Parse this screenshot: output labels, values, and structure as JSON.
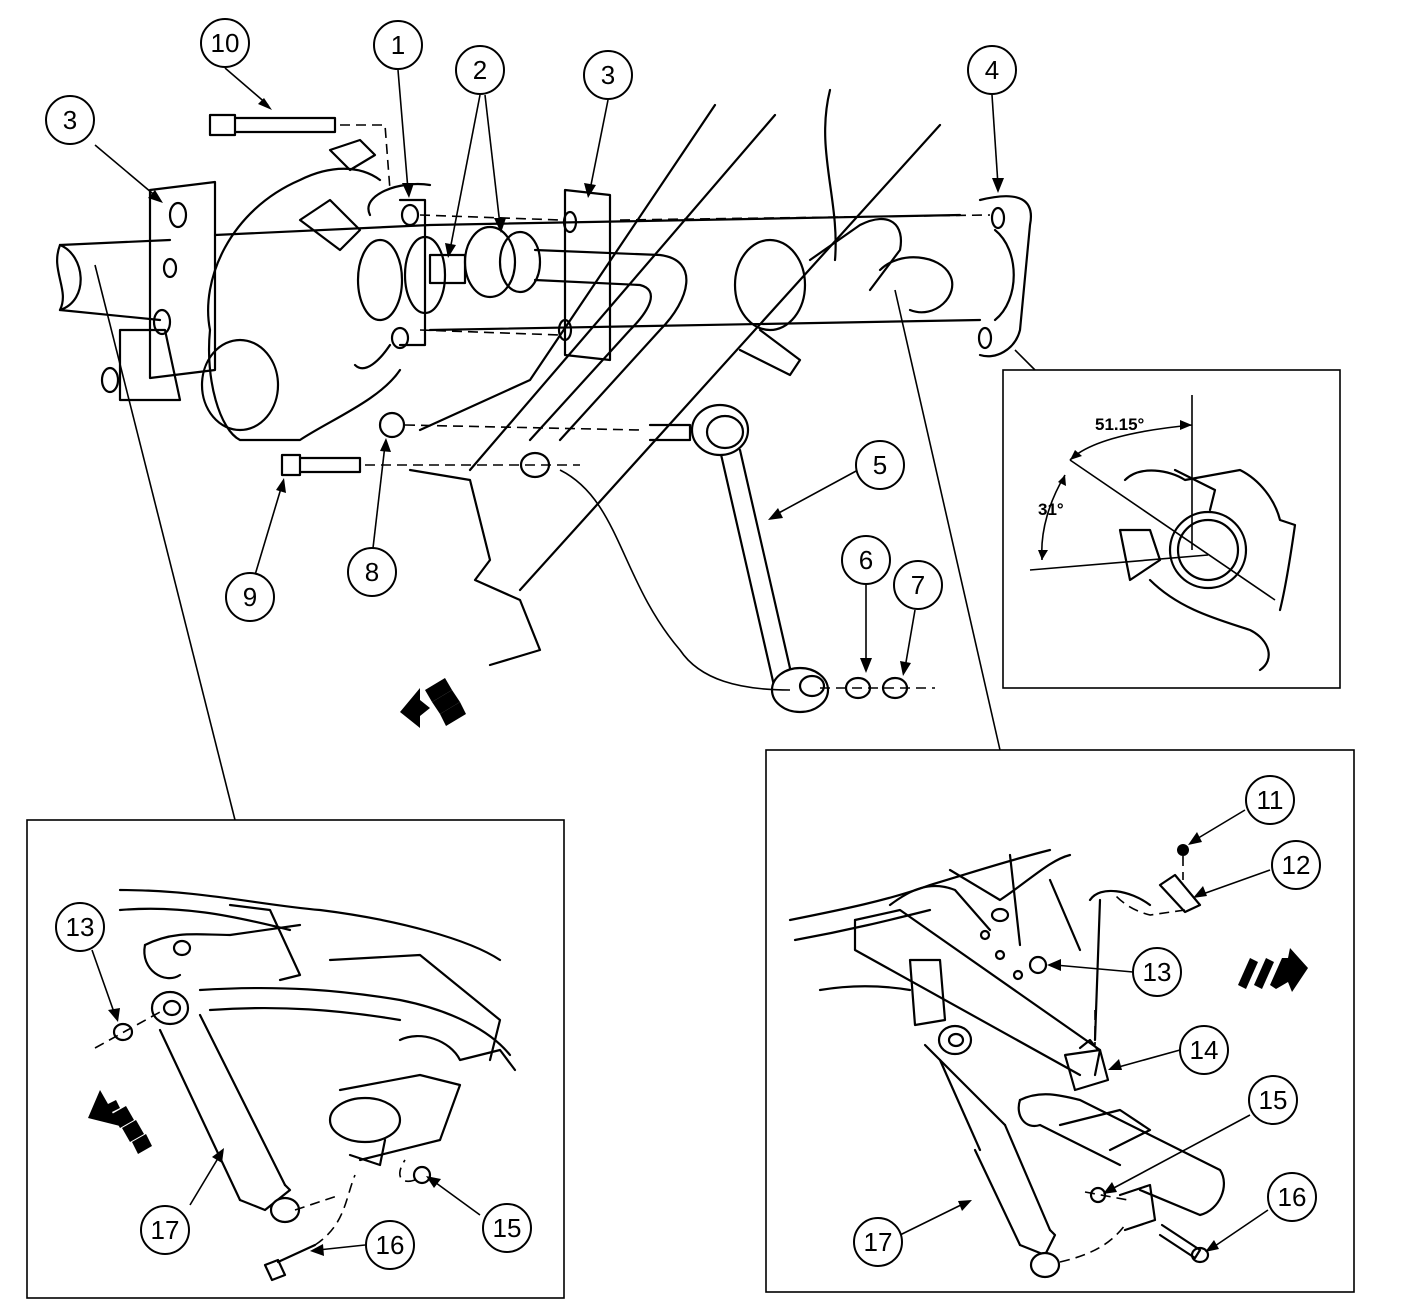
{
  "callouts": [
    {
      "id": "c10",
      "label": "10"
    },
    {
      "id": "c1",
      "label": "1"
    },
    {
      "id": "c2",
      "label": "2"
    },
    {
      "id": "c3a",
      "label": "3"
    },
    {
      "id": "c3b",
      "label": "3"
    },
    {
      "id": "c4",
      "label": "4"
    },
    {
      "id": "c5",
      "label": "5"
    },
    {
      "id": "c6",
      "label": "6"
    },
    {
      "id": "c7",
      "label": "7"
    },
    {
      "id": "c8",
      "label": "8"
    },
    {
      "id": "c9",
      "label": "9"
    },
    {
      "id": "l13",
      "label": "13"
    },
    {
      "id": "l17",
      "label": "17"
    },
    {
      "id": "l16",
      "label": "16"
    },
    {
      "id": "l15",
      "label": "15"
    },
    {
      "id": "r11",
      "label": "11"
    },
    {
      "id": "r12",
      "label": "12"
    },
    {
      "id": "r13",
      "label": "13"
    },
    {
      "id": "r14",
      "label": "14"
    },
    {
      "id": "r15",
      "label": "15"
    },
    {
      "id": "r16",
      "label": "16"
    },
    {
      "id": "r17",
      "label": "17"
    }
  ],
  "angles": {
    "upper": "51.15°",
    "lower": "31°"
  }
}
